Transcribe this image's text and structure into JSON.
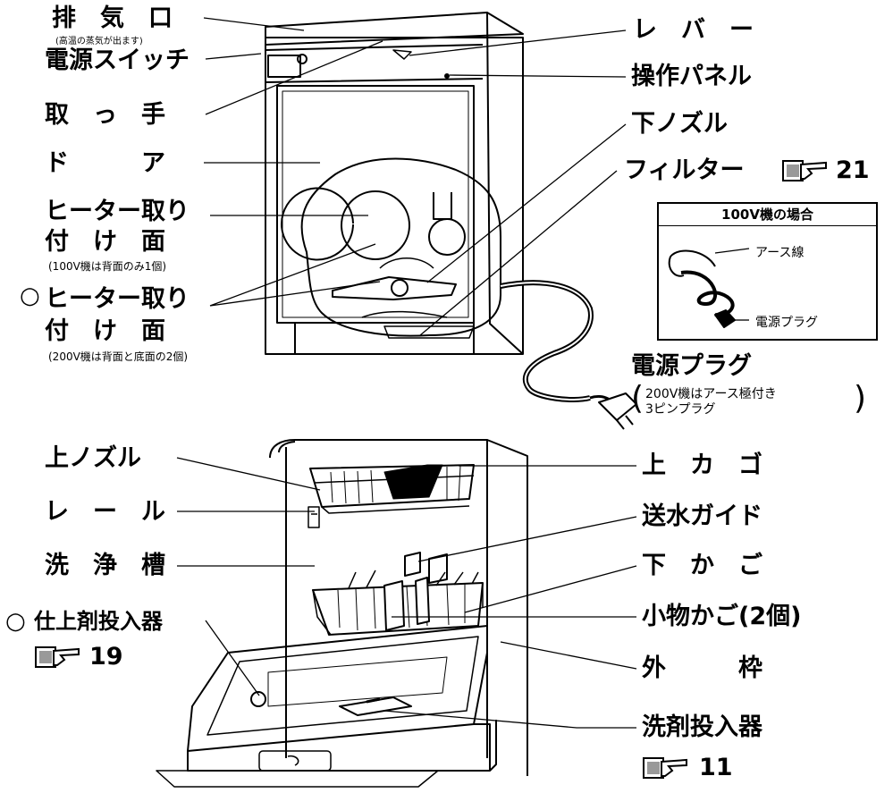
{
  "top": {
    "exhaust": "排　気　口",
    "exhaust_note": "(高温の蒸気が出ます)",
    "power_switch": "電源スイッチ",
    "handle": "取　っ　手",
    "door": "ド　　　ア",
    "heater1_a": "ヒーター取り",
    "heater1_b": "付　け　面",
    "heater1_note": "(100V機は背面のみ1個)",
    "heater2_mark": "○",
    "heater2_a": "ヒーター取り",
    "heater2_b": "付　け　面",
    "heater2_note": "(200V機は背面と底面の2個)",
    "lever": "レ　バ　ー",
    "panel": "操作パネル",
    "lower_nozzle": "下ノズル",
    "filter": "フィルター",
    "filter_ref": "21",
    "plug": "電源プラグ",
    "plug_note_1": "200V機はアース極付き",
    "plug_note_2": "3ピンプラグ",
    "paren_open": "(",
    "paren_close": ")"
  },
  "inset": {
    "title": "100V機の場合",
    "ground_wire": "アース線",
    "plug": "電源プラグ"
  },
  "bottom": {
    "upper_nozzle": "上ノズル",
    "rail": "レ　ー　ル",
    "tub": "洗　浄　槽",
    "rinse_mark": "○",
    "rinse": "仕上剤投入器",
    "rinse_ref": "19",
    "upper_basket": "上　カ　ゴ",
    "water_guide": "送水ガイド",
    "lower_basket": "下　か　ご",
    "small_basket": "小物かご(2個)",
    "outer_frame": "外　　　枠",
    "detergent": "洗剤投入器",
    "detergent_ref": "11"
  },
  "icons": [
    "pointing-hand-icon"
  ]
}
